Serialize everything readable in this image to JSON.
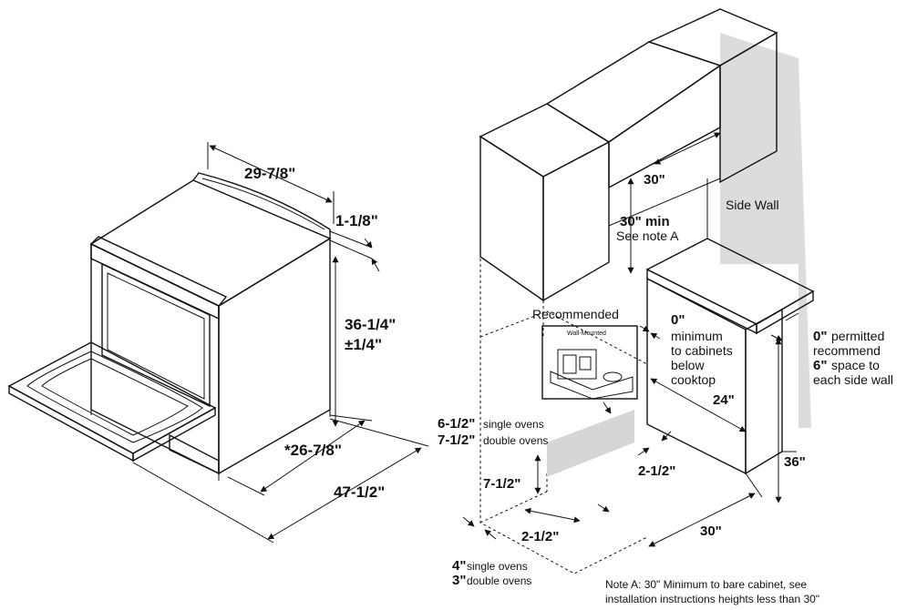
{
  "range_dimensions": {
    "width": "29-7/8\"",
    "top_height": "1-1/8\"",
    "height": "36-1/4\"",
    "height_tolerance": "±1/4\"",
    "depth": "*26-7/8\"",
    "depth_door_open": "47-1/2\""
  },
  "installation": {
    "cabinet_width": "30\"",
    "min_clearance": "30\" min",
    "see_note": "See note A",
    "side_wall": "Side Wall",
    "recommended": "Recommended",
    "wall_mounted": "Wall-Mounted",
    "zero_value": "0\"",
    "zero_desc": [
      "minimum",
      "to cabinets",
      "below",
      "cooktop"
    ],
    "counter_depth": "24\"",
    "counter_height": "36\"",
    "side_value_a": "0\"",
    "side_text_a": "permitted",
    "side_text_b": "recommend",
    "side_value_b": "6\"",
    "side_text_c": "space to",
    "side_text_d": "each side wall",
    "oven_single_value": "6-1/2\"",
    "oven_single_text": "single ovens",
    "oven_double_value": "7-1/2\"",
    "oven_double_text": "double ovens",
    "outlet_height": "7-1/2\"",
    "counter_offset": "2-1/2\"",
    "floor_offset": "2-1/2\"",
    "floor_width": "30\"",
    "rear_single_value": "4\"",
    "rear_single_text": "single ovens",
    "rear_double_value": "3\"",
    "rear_double_text": "double ovens"
  },
  "notes": {
    "note_a_line1": "Note A: 30\" Minimum to bare cabinet, see",
    "note_a_line2": "installation instructions heights less than 30\""
  }
}
